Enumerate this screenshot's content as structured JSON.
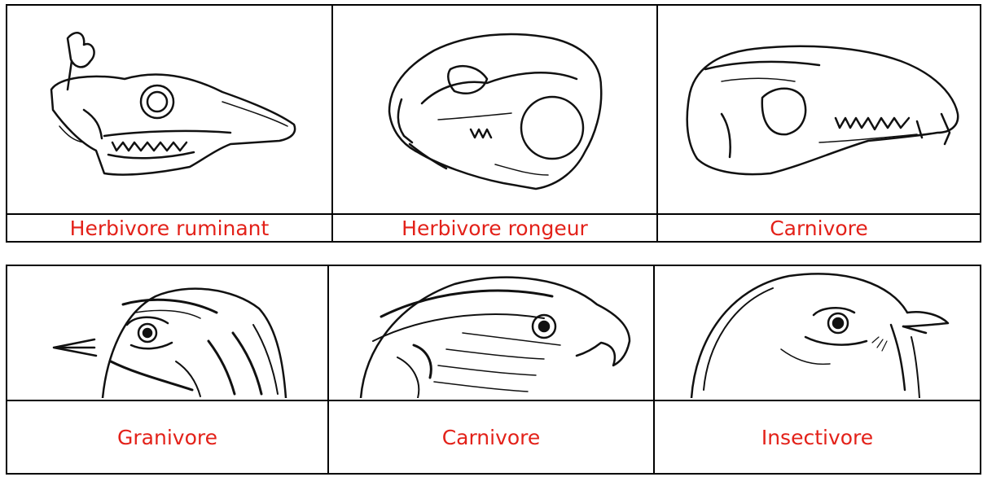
{
  "mammals": {
    "labels": [
      "Herbivore ruminant",
      "Herbivore rongeur",
      "Carnivore"
    ]
  },
  "birds": {
    "labels": [
      "Granivore",
      "Carnivore",
      "Insectivore"
    ]
  }
}
